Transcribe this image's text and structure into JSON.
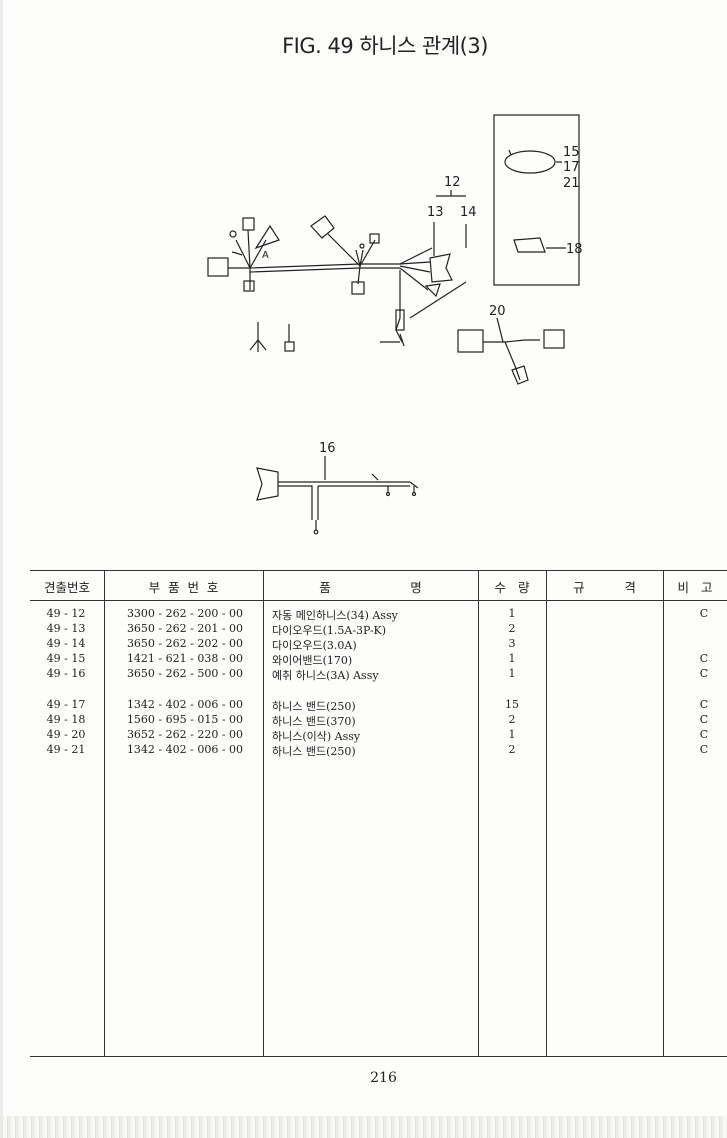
{
  "title": "FIG. 49 하니스 관계(3)",
  "callouts": {
    "a": "A",
    "c12": "12",
    "c13": "13",
    "c14": "14",
    "c15": "15",
    "c17": "17",
    "c21": "21",
    "c18": "18",
    "c20": "20",
    "c16": "16"
  },
  "table": {
    "headers": {
      "ref": "견출번호",
      "part": "부  품  번  호",
      "name": "품                    명",
      "qty": "수   량",
      "spec": "규          격",
      "remark": "비   고"
    },
    "rows": [
      {
        "ref": "49 - 12",
        "part": "3300 - 262 - 200 - 00",
        "name": "자동 메인하니스(34) Assy",
        "qty": "1",
        "remark": "C"
      },
      {
        "ref": "49 - 13",
        "part": "3650 - 262 - 201 - 00",
        "name": "다이오우드(1.5A-3P-K)",
        "qty": "2",
        "remark": ""
      },
      {
        "ref": "49 - 14",
        "part": "3650 - 262 - 202 - 00",
        "name": "다이오우드(3.0A)",
        "qty": "3",
        "remark": ""
      },
      {
        "ref": "49 - 15",
        "part": "1421 - 621 - 038 - 00",
        "name": "와이어밴드(170)",
        "qty": "1",
        "remark": "C"
      },
      {
        "ref": "49 - 16",
        "part": "3650 - 262 - 500 - 00",
        "name": "예취 하니스(3A) Assy",
        "qty": "1",
        "remark": "C"
      },
      {
        "ref": "49 - 17",
        "part": "1342 - 402 - 006 - 00",
        "name": "하니스 밴드(250)",
        "qty": "15",
        "remark": "C"
      },
      {
        "ref": "49 - 18",
        "part": "1560 - 695 - 015 - 00",
        "name": "하니스 밴드(370)",
        "qty": "2",
        "remark": "C"
      },
      {
        "ref": "49 - 20",
        "part": "3652 - 262 - 220 - 00",
        "name": "하니스(이삭) Assy",
        "qty": "1",
        "remark": "C"
      },
      {
        "ref": "49 - 21",
        "part": "1342 - 402 - 006 - 00",
        "name": "하니스 밴드(250)",
        "qty": "2",
        "remark": "C"
      }
    ]
  },
  "page_number": "216"
}
